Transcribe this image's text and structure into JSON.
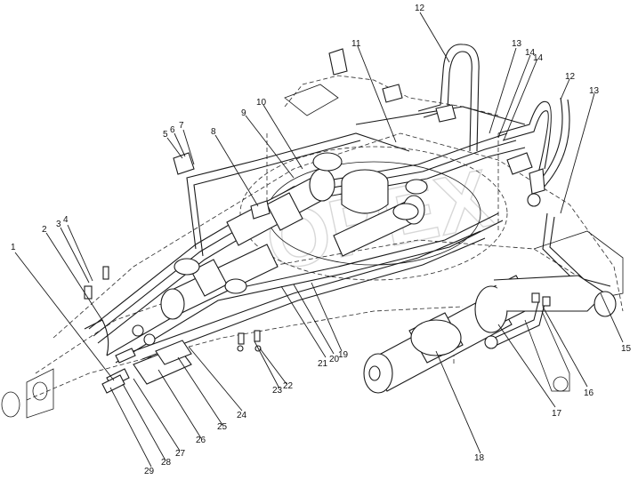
{
  "diagram": {
    "watermark": "OPEX",
    "callouts": [
      {
        "id": "1",
        "label": "1"
      },
      {
        "id": "2",
        "label": "2"
      },
      {
        "id": "3",
        "label": "3"
      },
      {
        "id": "4",
        "label": "4"
      },
      {
        "id": "5",
        "label": "5"
      },
      {
        "id": "6",
        "label": "6"
      },
      {
        "id": "7",
        "label": "7"
      },
      {
        "id": "8",
        "label": "8"
      },
      {
        "id": "9",
        "label": "9"
      },
      {
        "id": "10",
        "label": "10"
      },
      {
        "id": "11",
        "label": "11"
      },
      {
        "id": "12a",
        "label": "12"
      },
      {
        "id": "12b",
        "label": "12"
      },
      {
        "id": "13a",
        "label": "13"
      },
      {
        "id": "13b",
        "label": "13"
      },
      {
        "id": "14a",
        "label": "14"
      },
      {
        "id": "14b",
        "label": "14"
      },
      {
        "id": "15",
        "label": "15"
      },
      {
        "id": "16",
        "label": "16"
      },
      {
        "id": "17",
        "label": "17"
      },
      {
        "id": "18",
        "label": "18"
      },
      {
        "id": "19",
        "label": "19"
      },
      {
        "id": "20",
        "label": "20"
      },
      {
        "id": "21",
        "label": "21"
      },
      {
        "id": "22",
        "label": "22"
      },
      {
        "id": "23",
        "label": "23"
      },
      {
        "id": "24",
        "label": "24"
      },
      {
        "id": "25",
        "label": "25"
      },
      {
        "id": "26",
        "label": "26"
      },
      {
        "id": "27",
        "label": "27"
      },
      {
        "id": "28",
        "label": "28"
      },
      {
        "id": "29",
        "label": "29"
      }
    ]
  }
}
